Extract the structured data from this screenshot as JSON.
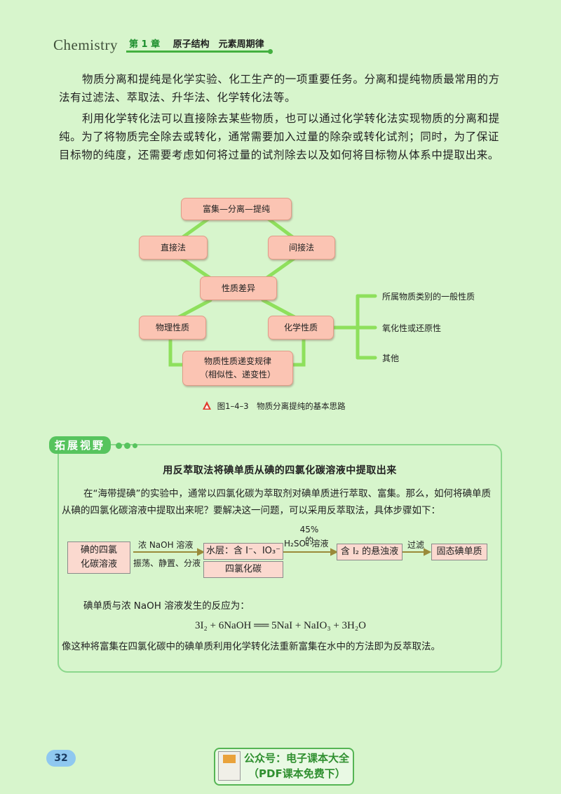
{
  "header": {
    "subject": "Chemistry",
    "chapter_num": "第 1 章",
    "chapter_title": "原子结构　元素周期律"
  },
  "paragraphs": [
    "物质分离和提纯是化学实验、化工生产的一项重要任务。分离和提纯物质最常用的方法有过滤法、萃取法、升华法、化学转化法等。",
    "利用化学转化法可以直接除去某些物质，也可以通过化学转化法实现物质的分离和提纯。为了将物质完全除去或转化，通常需要加入过量的除杂或转化试剂；同时，为了保证目标物的纯度，还需要考虑如何将过量的试剂除去以及如何将目标物从体系中提取出来。"
  ],
  "flowchart": {
    "top": "富集—分离—提纯",
    "direct": "直接法",
    "indirect": "间接法",
    "diff": "性质差异",
    "physical": "物理性质",
    "chemical": "化学性质",
    "law_line1": "物质性质递变规律",
    "law_line2": "（相似性、递变性）",
    "branch1": "所属物质类别的一般性质",
    "branch2": "氧化性或还原性",
    "branch3": "其他"
  },
  "caption": "图1–4–3　物质分离提纯的基本思路",
  "extension": {
    "badge": "拓展视野",
    "heading": "用反萃取法将碘单质从碘的四氯化碳溶液中提取出来",
    "intro": "在“海带提碘”的实验中，通常以四氯化碳为萃取剂对碘单质进行萃取、富集。那么，如何将碘单质从碘的四氯化碳溶液中提取出来呢？要解决这一问题，可以采用反萃取法，具体步骤如下：",
    "process": {
      "box1_line1": "碘的四氯",
      "box1_line2": "化碳溶液",
      "arrow1_top": "浓 NaOH 溶液",
      "arrow1_bottom": "振荡、静置、分液",
      "box2": "水层：含 I⁻、IO₃⁻",
      "box3": "四氯化碳",
      "arrow2_top1": "45% 的",
      "arrow2_top2": "H₂SO₄ 溶液",
      "box4": "含 I₂ 的悬浊液",
      "arrow3_top": "过滤",
      "box5": "固态碘单质"
    },
    "reaction_intro": "碘单质与浓 NaOH 溶液发生的反应为：",
    "equation": "3I₂ + 6NaOH ══ 5NaI + NaIO₃ + 3H₂O",
    "conclusion": "像这种将富集在四氯化碳中的碘单质利用化学转化法重新富集在水中的方法即为反萃取法。"
  },
  "footer": {
    "page_number": "32",
    "watermark_line1": "公众号：电子课本大全",
    "watermark_line2": "（PDF课本免费下）"
  },
  "colors": {
    "background": "#d7f5cc",
    "accent_green": "#57c45e",
    "box_fill": "#fbc4b3",
    "connector": "#8ee05c"
  }
}
